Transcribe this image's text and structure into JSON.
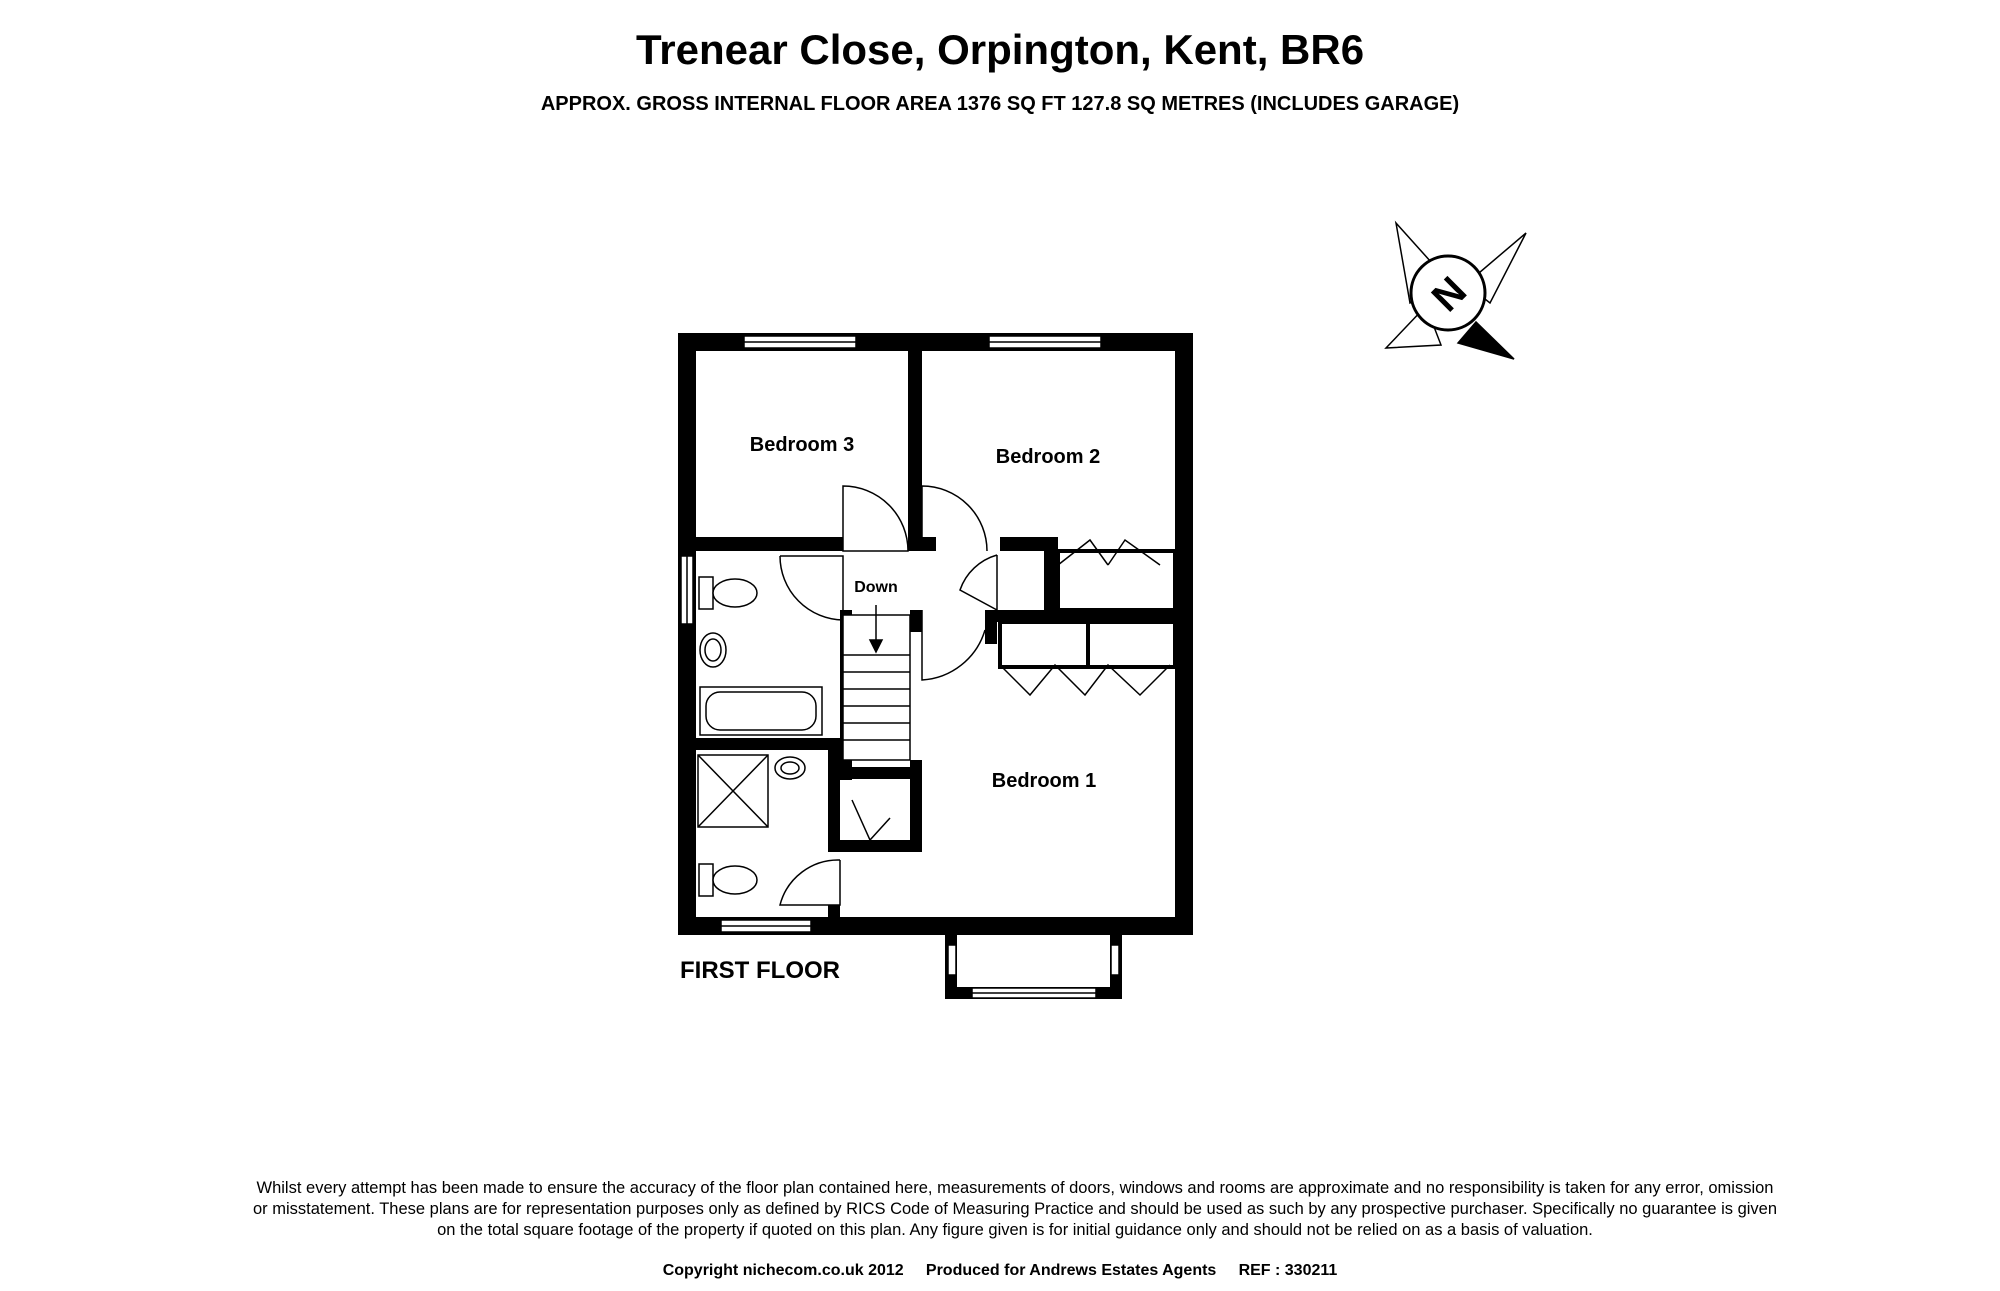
{
  "header": {
    "title": "Trenear Close, Orpington, Kent, BR6",
    "subtitle": "APPROX. GROSS INTERNAL FLOOR AREA 1376 SQ FT 127.8 SQ METRES (INCLUDES GARAGE)"
  },
  "compass": {
    "label": "N"
  },
  "rooms": {
    "bedroom3": "Bedroom 3",
    "bedroom2": "Bedroom 2",
    "bedroom1": "Bedroom 1",
    "stairs": "Down"
  },
  "floor_label": "FIRST FLOOR",
  "disclaimer": "Whilst every attempt has been made to ensure the accuracy of the floor plan contained here, measurements of doors, windows and rooms are approximate and no responsibility is taken for any error, omission or misstatement. These plans are for representation purposes only as defined by RICS Code of Measuring Practice and should be used as such by any prospective purchaser. Specifically no guarantee is given on the total square footage of the property if quoted on this plan. Any figure given is for initial guidance only and should not be relied on as a basis of valuation.",
  "footer": {
    "copyright": "Copyright nichecom.co.uk 2012",
    "produced_for": "Produced for Andrews Estates Agents",
    "ref": "REF : 330211"
  }
}
